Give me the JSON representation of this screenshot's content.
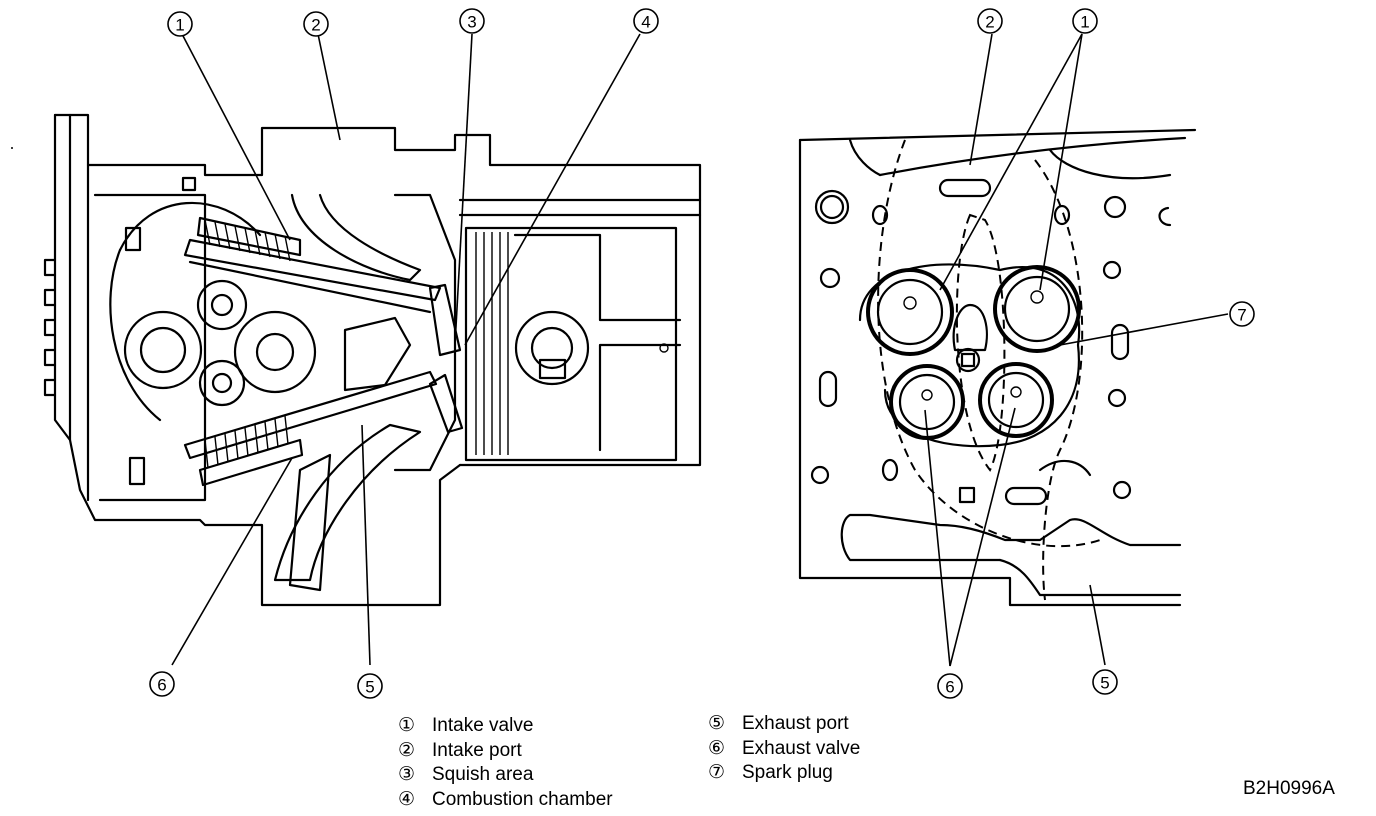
{
  "callouts": {
    "c1": "1",
    "c2": "2",
    "c3": "3",
    "c4": "4",
    "c5": "5",
    "c6": "6",
    "c7": "7"
  },
  "legend": {
    "left": [
      {
        "num": "①",
        "label": "Intake valve"
      },
      {
        "num": "②",
        "label": "Intake port"
      },
      {
        "num": "③",
        "label": "Squish area"
      },
      {
        "num": "④",
        "label": "Combustion chamber"
      }
    ],
    "right": [
      {
        "num": "⑤",
        "label": "Exhaust port"
      },
      {
        "num": "⑥",
        "label": "Exhaust valve"
      },
      {
        "num": "⑦",
        "label": "Spark plug"
      }
    ]
  },
  "figure_code": "B2H0996A"
}
